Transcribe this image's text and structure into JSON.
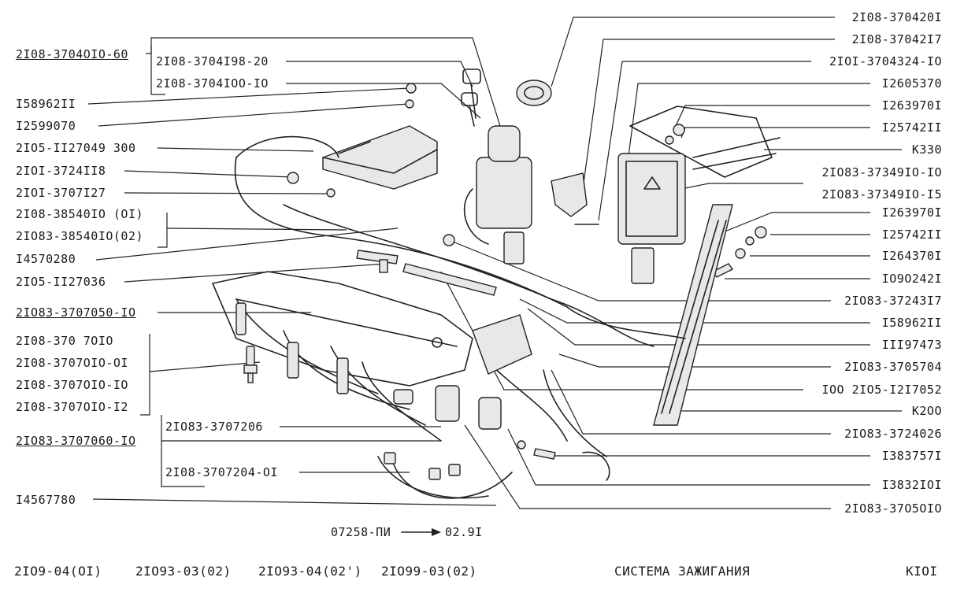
{
  "labels_left": {
    "l1": "2I08-3704OIO-60",
    "l2": "2I08-3704I98-20",
    "l3": "2I08-3704IOO-IO",
    "l4": "I58962II",
    "l5": "I2599070",
    "l6": "2IO5-II27049 300",
    "l7": "2IOI-3724II8",
    "l8": "2IOI-3707I27",
    "l9": "2I08-38540IO (OI)",
    "l10": "2IO83-38540IO(02)",
    "l11": "I4570280",
    "l12": "2IO5-II27036",
    "l13": "2IO83-3707050-IO",
    "l14": "2I08-370 7OIO",
    "l15": "2I08-3707OIO-OI",
    "l16": "2I08-3707OIO-IO",
    "l17": "2I08-3707OIO-I2",
    "l18": "2IO83-3707060-IO",
    "l19": "2IO83-3707206",
    "l20": "2I08-3707204-OI",
    "l21": "I4567780"
  },
  "labels_right": {
    "r1": "2I08-370420I",
    "r2": "2I08-37042I7",
    "r3": "2IOI-3704324-IO",
    "r4": "I2605370",
    "r5": "I263970I",
    "r6": "I25742II",
    "r7": "K330",
    "r8": "2IO83-37349IO-IO",
    "r9": "2IO83-37349IO-I5",
    "r10": "I263970I",
    "r11": "I25742II",
    "r12": "I264370I",
    "r13": "IO9O242I",
    "r14": "2IO83-37243I7",
    "r15": "I58962II",
    "r16": "III97473",
    "r17": "2IO83-3705704",
    "r18": "IOO 2IO5-I2I7052",
    "r19": "K2OO",
    "r20": "2IO83-3724026",
    "r21": "I383757I",
    "r22": "I3832IOI",
    "r23": "2IO83-37O5OIO"
  },
  "note": {
    "left": "07258-ПИ",
    "right": "02.9I"
  },
  "footer": {
    "models": [
      "2IO9-04(OI)",
      "2IO93-03(02)",
      "2IO93-04(02')",
      "2IO99-03(02)"
    ],
    "title": "СИСТЕМА ЗАЖИГАНИЯ",
    "code": "KIOI"
  }
}
